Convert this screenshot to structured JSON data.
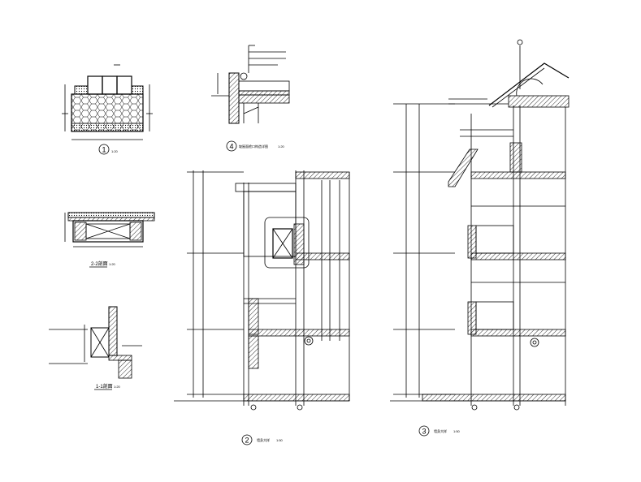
{
  "sheet": {
    "background": "#ffffff",
    "line_color": "#000000"
  },
  "details": {
    "detail_1": {
      "marker": "1",
      "scale": "1:20"
    },
    "detail_2_2": {
      "caption": "2-2剖面",
      "scale": "1:20"
    },
    "detail_1_1": {
      "caption": "1-1剖面",
      "scale": "1:20"
    },
    "detail_4": {
      "marker": "4",
      "caption": "坡屋面檐口构造详图",
      "scale": "1:20"
    },
    "section_2": {
      "marker": "2",
      "caption": "墙身大样",
      "scale": "1:50"
    },
    "section_3": {
      "marker": "3",
      "caption": "墙身大样",
      "scale": "1:50"
    }
  }
}
